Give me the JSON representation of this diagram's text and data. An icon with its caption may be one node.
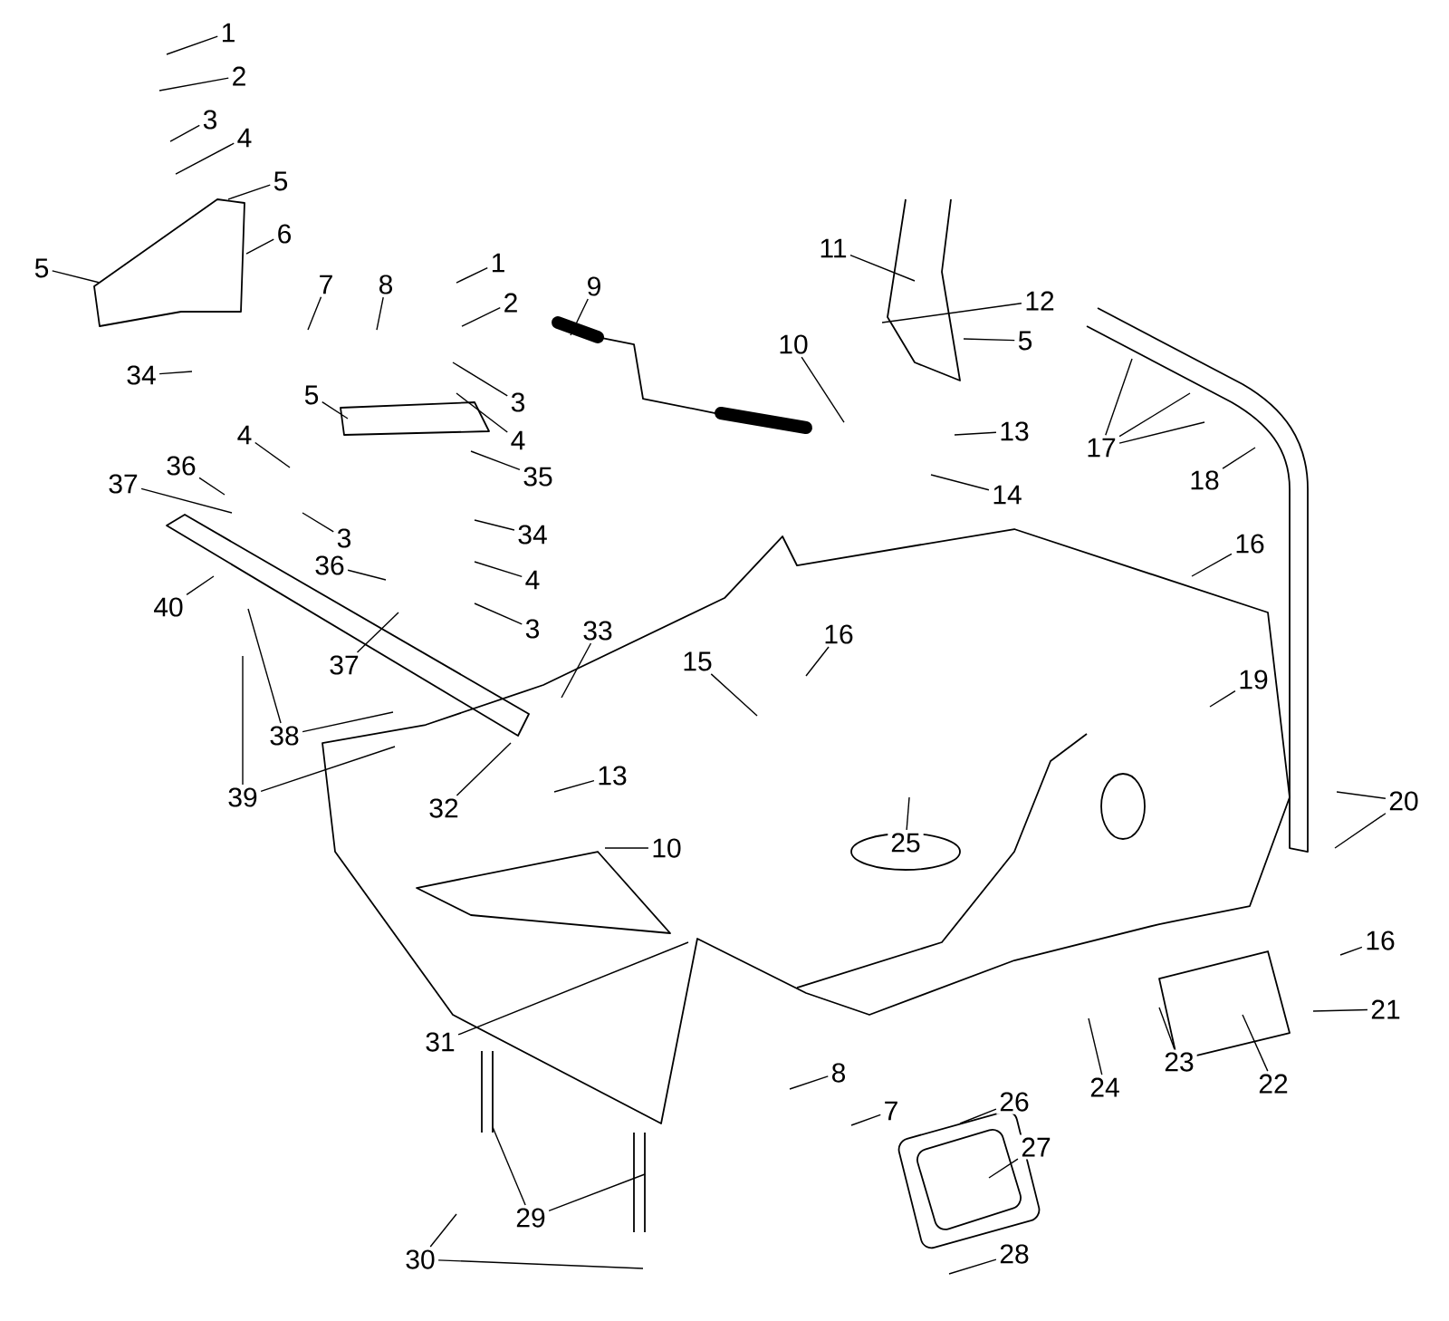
{
  "diagram": {
    "nodes": [
      {
        "text": [
          "1"
        ]
      },
      {
        "text": [
          "2"
        ]
      },
      {
        "text": [
          "3"
        ]
      },
      {
        "text": [
          "4"
        ]
      },
      {
        "text": [
          "5"
        ]
      },
      {
        "text": [
          "6"
        ]
      },
      {
        "text": [
          "5"
        ]
      },
      {
        "text": [
          "7"
        ]
      },
      {
        "text": [
          "8"
        ]
      },
      {
        "text": [
          "1"
        ]
      },
      {
        "text": [
          "2"
        ]
      },
      {
        "text": [
          "9"
        ]
      },
      {
        "text": [
          "11"
        ]
      },
      {
        "text": [
          "12"
        ]
      },
      {
        "text": [
          "10"
        ]
      },
      {
        "text": [
          "5"
        ]
      },
      {
        "text": [
          "17"
        ]
      },
      {
        "text": [
          "3"
        ]
      },
      {
        "text": [
          "5"
        ]
      },
      {
        "text": [
          "34"
        ]
      },
      {
        "text": [
          "4"
        ]
      },
      {
        "text": [
          "13"
        ]
      },
      {
        "text": [
          "35"
        ]
      },
      {
        "text": [
          "18"
        ]
      },
      {
        "text": [
          "4"
        ]
      },
      {
        "text": [
          "36"
        ]
      },
      {
        "text": [
          "37"
        ]
      },
      {
        "text": [
          "14"
        ]
      },
      {
        "text": [
          "34"
        ]
      },
      {
        "text": [
          "3"
        ]
      },
      {
        "text": [
          "16"
        ]
      },
      {
        "text": [
          "36"
        ]
      },
      {
        "text": [
          "4"
        ]
      },
      {
        "text": [
          "40"
        ]
      },
      {
        "text": [
          "3"
        ]
      },
      {
        "text": [
          "33"
        ]
      },
      {
        "text": [
          "16"
        ]
      },
      {
        "text": [
          "15"
        ]
      },
      {
        "text": [
          "37"
        ]
      },
      {
        "text": [
          "19"
        ]
      },
      {
        "text": [
          "38"
        ]
      },
      {
        "text": [
          "32"
        ]
      },
      {
        "text": [
          "13"
        ]
      },
      {
        "text": [
          "39"
        ]
      },
      {
        "text": [
          "20"
        ]
      },
      {
        "text": [
          "25"
        ]
      },
      {
        "text": [
          "10"
        ]
      },
      {
        "text": [
          "16"
        ]
      },
      {
        "text": [
          "21"
        ]
      },
      {
        "text": [
          "31"
        ]
      },
      {
        "text": [
          "23"
        ]
      },
      {
        "text": [
          "8"
        ]
      },
      {
        "text": [
          "24"
        ]
      },
      {
        "text": [
          "22"
        ]
      },
      {
        "text": [
          "26"
        ]
      },
      {
        "text": [
          "7"
        ]
      },
      {
        "text": [
          "27"
        ]
      },
      {
        "text": [
          "29"
        ]
      },
      {
        "text": [
          "28"
        ]
      },
      {
        "text": [
          "30"
        ]
      }
    ],
    "edges": [
      {
        "from": 0,
        "to": null,
        "arrow": "none"
      },
      {
        "from": 1,
        "to": null,
        "arrow": "none"
      },
      {
        "from": 2,
        "to": null,
        "arrow": "none"
      },
      {
        "from": 3,
        "to": null,
        "arrow": "none"
      },
      {
        "from": 4,
        "to": null,
        "arrow": "none"
      },
      {
        "from": 5,
        "to": null,
        "arrow": "none"
      },
      {
        "from": 6,
        "to": null,
        "arrow": "none"
      },
      {
        "from": 7,
        "to": null,
        "arrow": "none"
      },
      {
        "from": 8,
        "to": null,
        "arrow": "none"
      },
      {
        "from": 9,
        "to": null,
        "arrow": "none"
      },
      {
        "from": 10,
        "to": null,
        "arrow": "none"
      },
      {
        "from": 11,
        "to": null,
        "arrow": "none"
      },
      {
        "from": 12,
        "to": null,
        "arrow": "none"
      },
      {
        "from": 13,
        "to": null,
        "arrow": "none"
      },
      {
        "from": 14,
        "to": null,
        "arrow": "none"
      },
      {
        "from": 15,
        "to": null,
        "arrow": "none"
      },
      {
        "from": 16,
        "to": null,
        "arrow": "none"
      },
      {
        "from": 16,
        "to": null,
        "arrow": "none"
      },
      {
        "from": 16,
        "to": null,
        "arrow": "none"
      },
      {
        "from": 17,
        "to": null,
        "arrow": "none"
      },
      {
        "from": 18,
        "to": null,
        "arrow": "none"
      },
      {
        "from": 19,
        "to": null,
        "arrow": "none"
      },
      {
        "from": 20,
        "to": null,
        "arrow": "none"
      },
      {
        "from": 21,
        "to": null,
        "arrow": "none"
      },
      {
        "from": 22,
        "to": null,
        "arrow": "none"
      },
      {
        "from": 23,
        "to": null,
        "arrow": "none"
      },
      {
        "from": 24,
        "to": null,
        "arrow": "none"
      },
      {
        "from": 25,
        "to": null,
        "arrow": "none"
      },
      {
        "from": 26,
        "to": null,
        "arrow": "none"
      },
      {
        "from": 27,
        "to": null,
        "arrow": "none"
      },
      {
        "from": 28,
        "to": null,
        "arrow": "none"
      },
      {
        "from": 29,
        "to": null,
        "arrow": "none"
      },
      {
        "from": 30,
        "to": null,
        "arrow": "none"
      },
      {
        "from": 31,
        "to": null,
        "arrow": "none"
      },
      {
        "from": 32,
        "to": null,
        "arrow": "none"
      },
      {
        "from": 33,
        "to": null,
        "arrow": "none"
      },
      {
        "from": 34,
        "to": null,
        "arrow": "none"
      },
      {
        "from": 35,
        "to": null,
        "arrow": "none"
      },
      {
        "from": 36,
        "to": null,
        "arrow": "none"
      },
      {
        "from": 37,
        "to": null,
        "arrow": "none"
      },
      {
        "from": 38,
        "to": null,
        "arrow": "none"
      },
      {
        "from": 39,
        "to": null,
        "arrow": "none"
      },
      {
        "from": 40,
        "to": null,
        "arrow": "none"
      },
      {
        "from": 40,
        "to": null,
        "arrow": "none"
      },
      {
        "from": 41,
        "to": null,
        "arrow": "none"
      },
      {
        "from": 42,
        "to": null,
        "arrow": "none"
      },
      {
        "from": 43,
        "to": null,
        "arrow": "none"
      },
      {
        "from": 43,
        "to": null,
        "arrow": "none"
      },
      {
        "from": 44,
        "to": null,
        "arrow": "none"
      },
      {
        "from": 44,
        "to": null,
        "arrow": "none"
      },
      {
        "from": 45,
        "to": null,
        "arrow": "none"
      },
      {
        "from": 46,
        "to": null,
        "arrow": "none"
      },
      {
        "from": 47,
        "to": null,
        "arrow": "none"
      },
      {
        "from": 48,
        "to": null,
        "arrow": "none"
      },
      {
        "from": 49,
        "to": null,
        "arrow": "none"
      },
      {
        "from": 50,
        "to": null,
        "arrow": "none"
      },
      {
        "from": 51,
        "to": null,
        "arrow": "none"
      },
      {
        "from": 52,
        "to": null,
        "arrow": "none"
      },
      {
        "from": 53,
        "to": null,
        "arrow": "none"
      },
      {
        "from": 54,
        "to": null,
        "arrow": "none"
      },
      {
        "from": 55,
        "to": null,
        "arrow": "none"
      },
      {
        "from": 56,
        "to": null,
        "arrow": "none"
      },
      {
        "from": 57,
        "to": null,
        "arrow": "none"
      },
      {
        "from": 57,
        "to": null,
        "arrow": "none"
      },
      {
        "from": 58,
        "to": null,
        "arrow": "none"
      },
      {
        "from": 59,
        "to": null,
        "arrow": "none"
      },
      {
        "from": 59,
        "to": null,
        "arrow": "none"
      }
    ]
  }
}
